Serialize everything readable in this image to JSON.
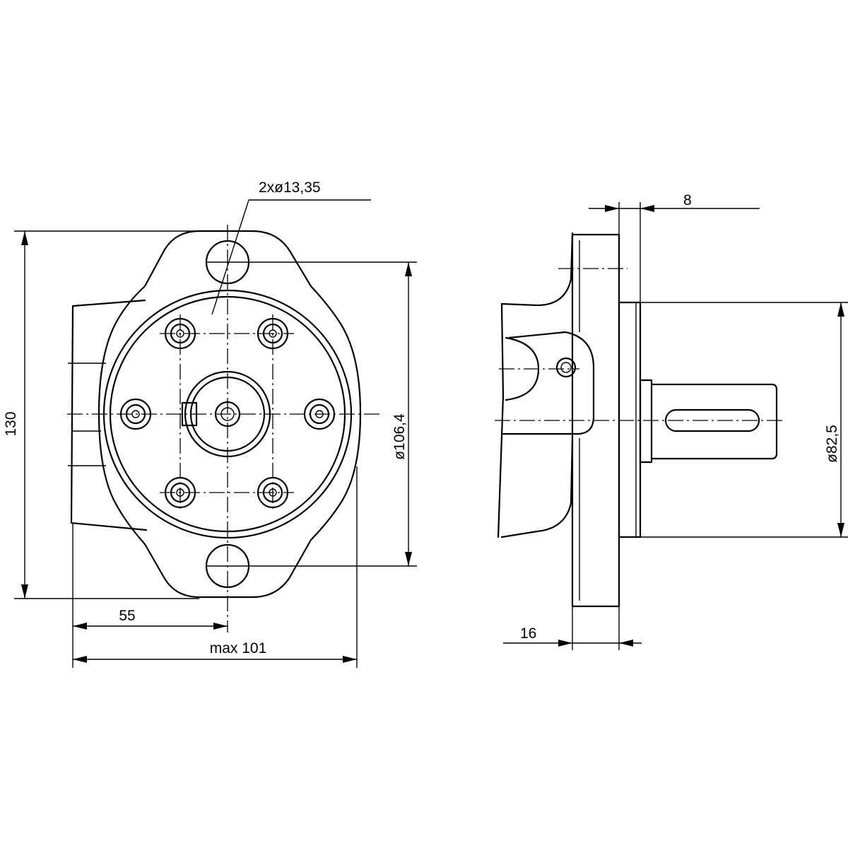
{
  "front_view": {
    "hole_callout": "2xø13,35",
    "height": "130",
    "offset": "55",
    "max_width": "max 101",
    "pilot_diameter": "ø106,4"
  },
  "side_view": {
    "flange_gap": "8",
    "flange_thickness": "16",
    "shaft_diameter": "ø82,5"
  }
}
